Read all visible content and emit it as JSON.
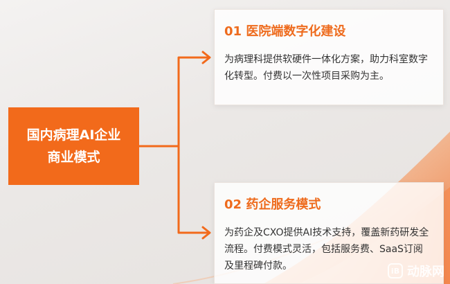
{
  "center": {
    "line1": "国内病理AI企业",
    "line2": "商业模式"
  },
  "cards": [
    {
      "title": "01 医院端数字化建设",
      "body": "为病理科提供软硬件一体化方案，助力科室数字化转型。付费以一次性项目采购为主。"
    },
    {
      "title": "02 药企服务模式",
      "body": "为药企及CXO提供AI技术支持，覆盖新药研发全流程。付费模式灵活，包括服务费、SaaS订阅及里程碑付款。"
    }
  ],
  "watermark": {
    "logo": "iB",
    "text": "动脉网"
  },
  "colors": {
    "accent": "#f26a1b",
    "title": "#ee6b1d",
    "body_text": "#333333"
  }
}
